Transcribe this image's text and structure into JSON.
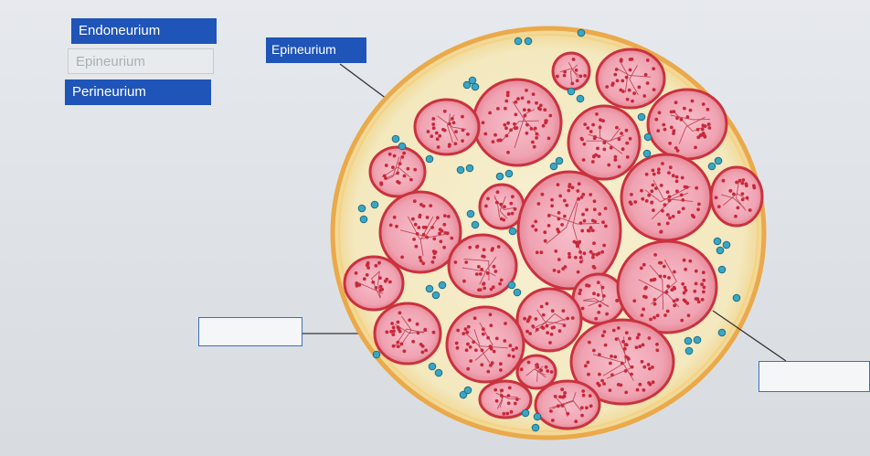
{
  "word_bank": {
    "items": [
      {
        "label": "Endoneurium",
        "state": "available"
      },
      {
        "label": "Epineurium",
        "state": "used"
      },
      {
        "label": "Perineurium",
        "state": "available"
      }
    ]
  },
  "diagram": {
    "placed_labels": [
      {
        "label": "Epineurium"
      }
    ],
    "drop_zones": [
      {
        "value": ""
      },
      {
        "value": ""
      }
    ],
    "colors": {
      "epineurium_fill": "#f3ebc6",
      "epineurium_border": "#eaa94a",
      "fascicle_fill": "#f2a8b6",
      "fascicle_border": "#c9323e",
      "fiber_dots": "#c8283a",
      "blood_vessels": "#3aa6c4",
      "accent_blue": "#1f54b8"
    }
  }
}
